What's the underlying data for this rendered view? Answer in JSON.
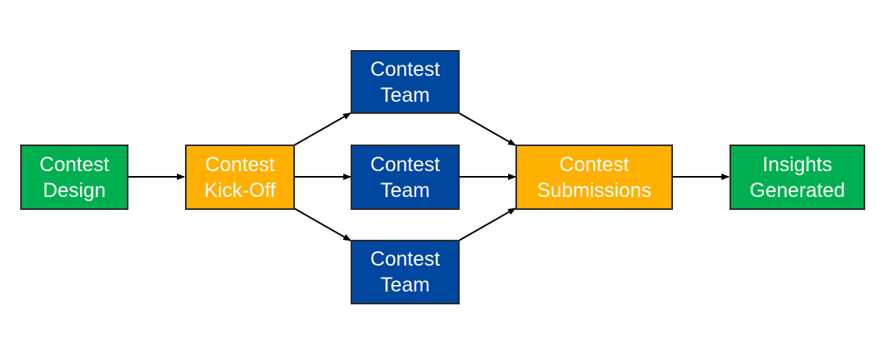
{
  "diagram": {
    "colors": {
      "green": "#00b050",
      "orange": "#ffb000",
      "blue": "#0047a0",
      "border": "#2b2b2b",
      "text": "#ffffff"
    },
    "nodes": {
      "design": {
        "lines": [
          "Contest",
          "Design"
        ]
      },
      "kickoff": {
        "lines": [
          "Contest",
          "Kick-Off"
        ]
      },
      "team_top": {
        "lines": [
          "Contest",
          "Team"
        ]
      },
      "team_mid": {
        "lines": [
          "Contest",
          "Team"
        ]
      },
      "team_bottom": {
        "lines": [
          "Contest",
          "Team"
        ]
      },
      "submissions": {
        "lines": [
          "Contest",
          "Submissions"
        ]
      },
      "insights": {
        "lines": [
          "Insights",
          "Generated"
        ]
      }
    },
    "edges": [
      {
        "from": "design",
        "to": "kickoff"
      },
      {
        "from": "kickoff",
        "to": "team_top"
      },
      {
        "from": "kickoff",
        "to": "team_mid"
      },
      {
        "from": "kickoff",
        "to": "team_bottom"
      },
      {
        "from": "team_top",
        "to": "submissions"
      },
      {
        "from": "team_mid",
        "to": "submissions"
      },
      {
        "from": "team_bottom",
        "to": "submissions"
      },
      {
        "from": "submissions",
        "to": "insights"
      }
    ]
  }
}
